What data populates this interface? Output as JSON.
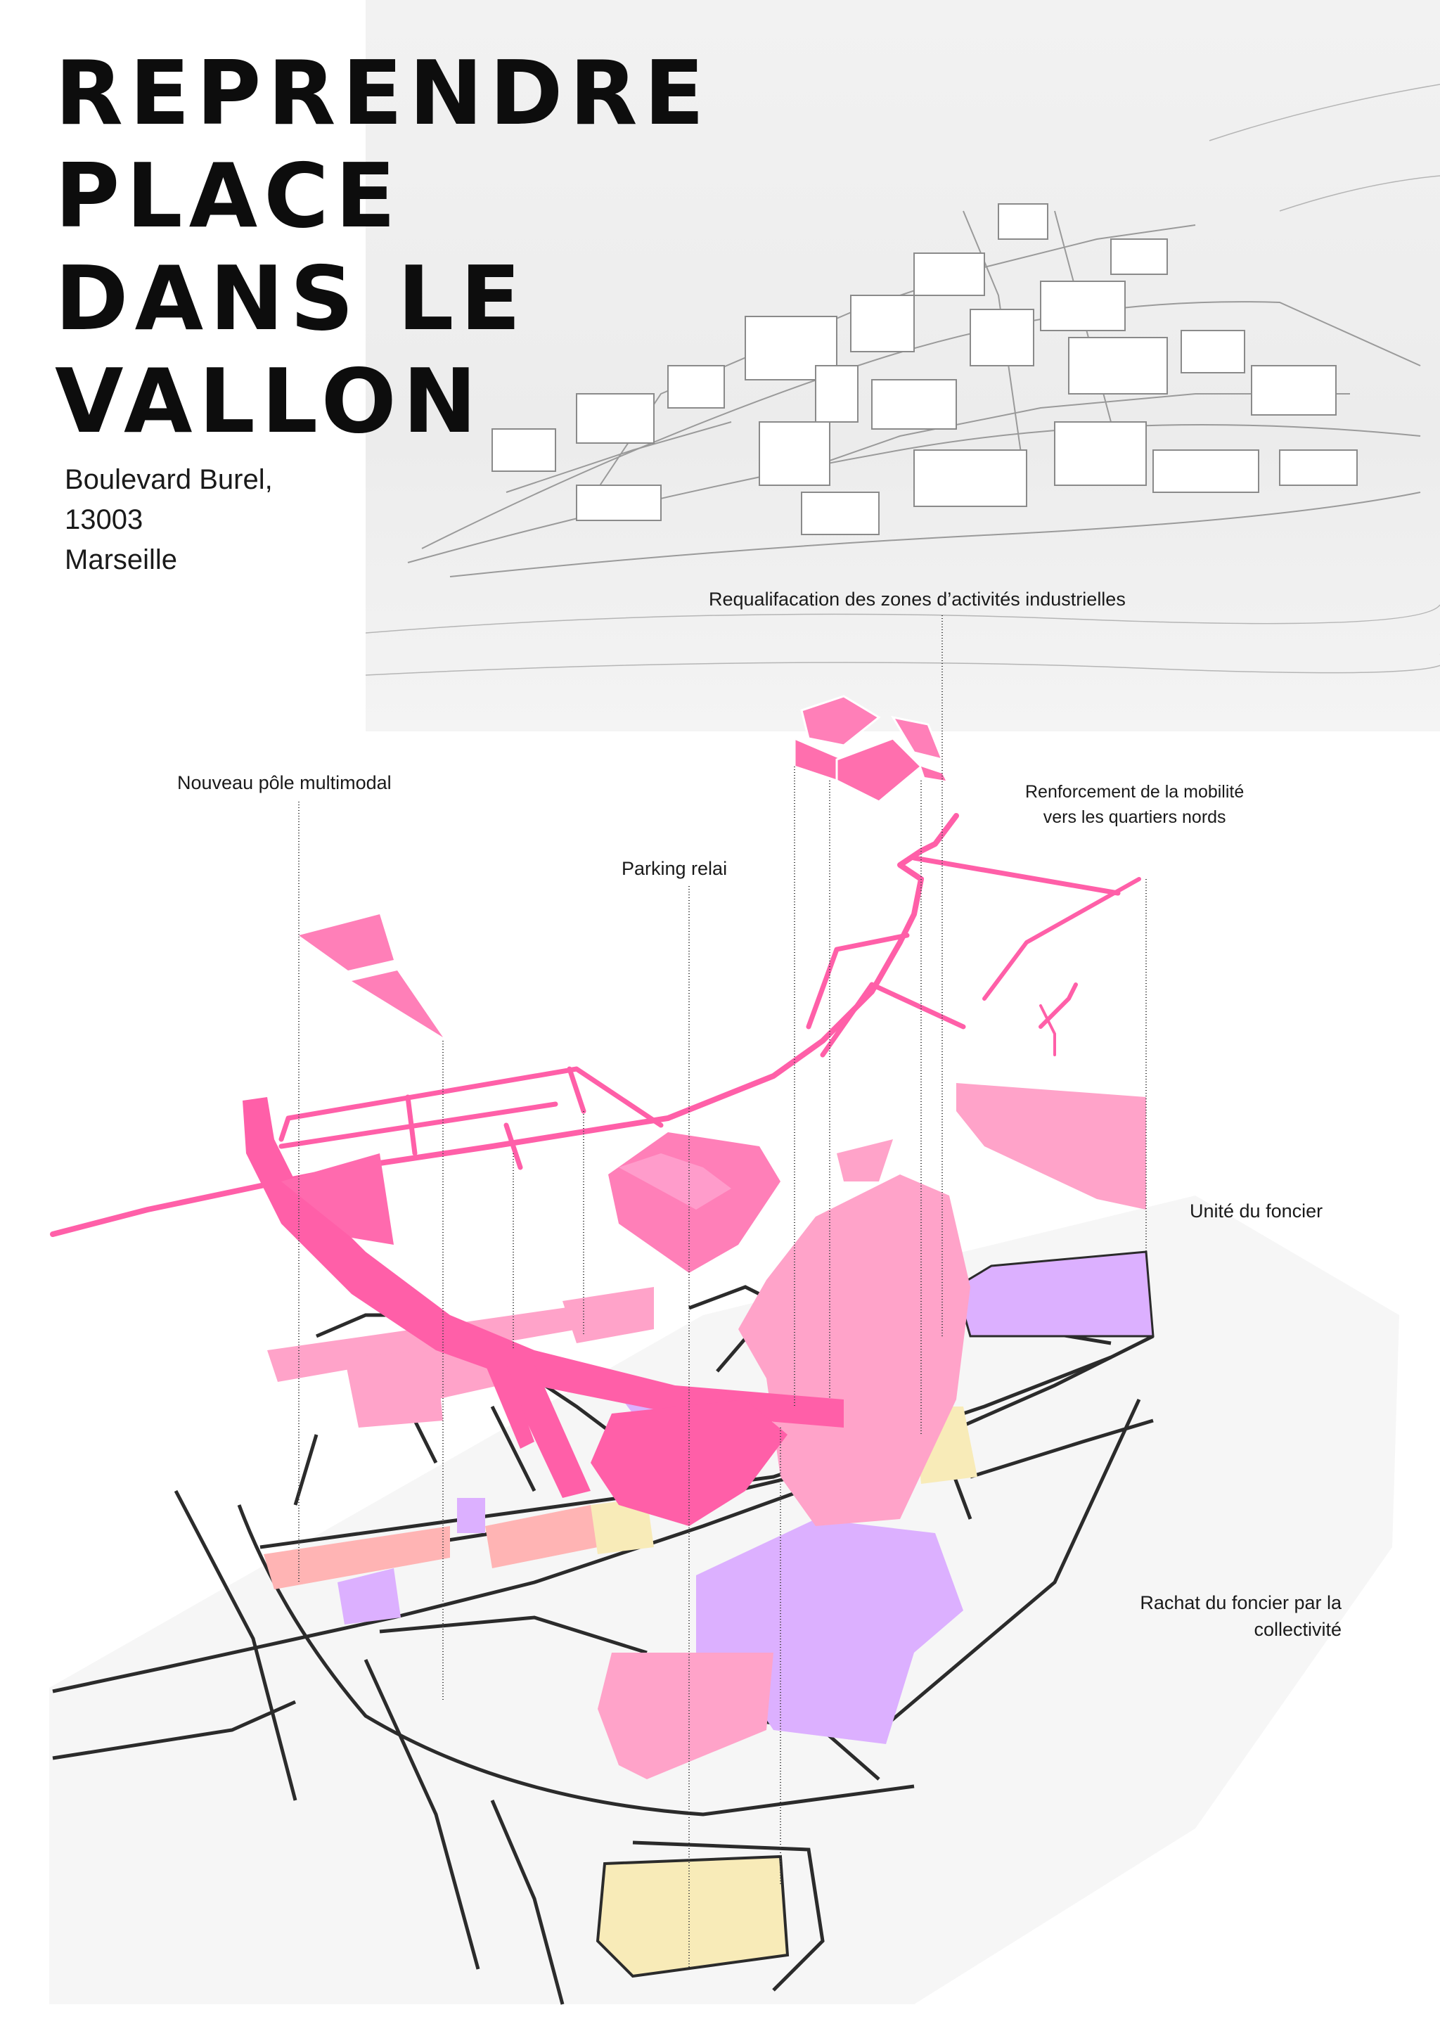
{
  "title": {
    "lines": [
      "REPRENDRE",
      "PLACE",
      "DANS LE",
      "VALLON"
    ]
  },
  "address": {
    "lines": [
      "Boulevard Burel,",
      "13003",
      "Marseille"
    ]
  },
  "annotations": {
    "industrial": "Requalifacation des zones d’activités industrielles",
    "multimodal": "Nouveau pôle multimodal",
    "mobility": [
      "Renforcement de la mobilité",
      "vers les quartiers nords"
    ],
    "parking": "Parking relai",
    "foncier_unit": "Unité du foncier",
    "foncier_buy": [
      "Rachat du foncier par la",
      "collectivité"
    ]
  },
  "colors": {
    "hot_pink": "#ff5fa8",
    "pink": "#ff8fc0",
    "light_pink": "#ffa3c9",
    "salmon": "#ffb4b4",
    "lavender": "#dcb0ff",
    "yellow": "#f8ebb8",
    "road": "#2b2b2b",
    "sketch": "#9a9a9a"
  }
}
